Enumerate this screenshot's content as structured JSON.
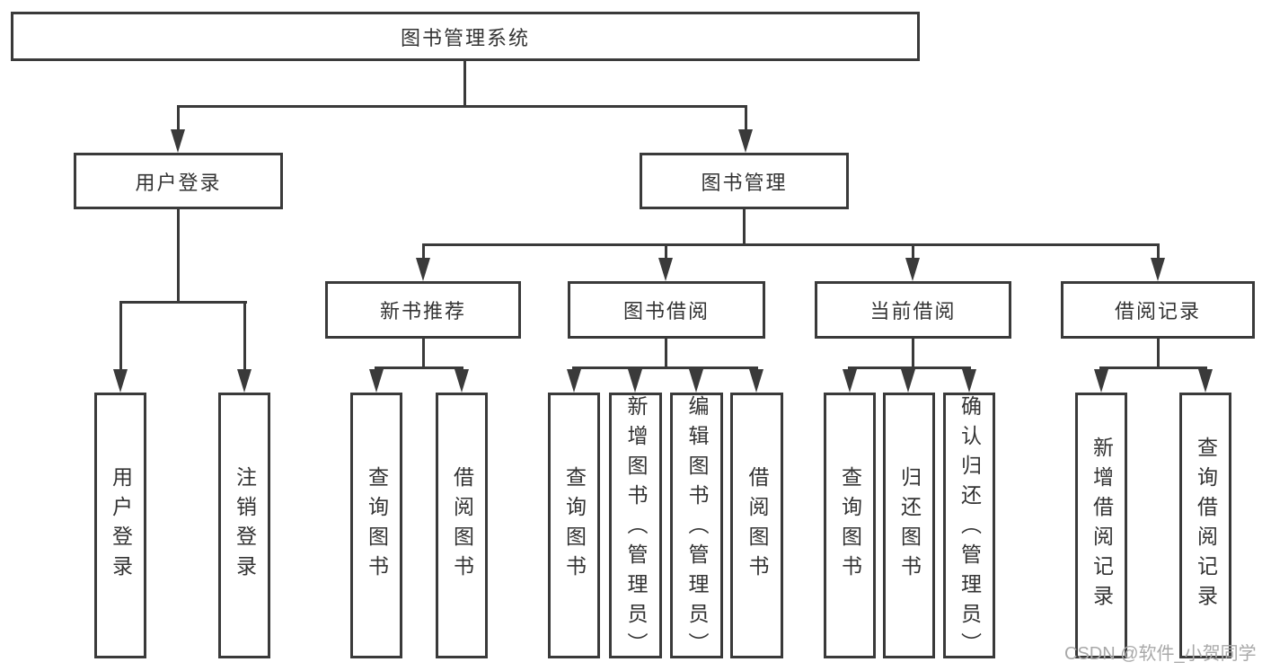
{
  "diagram": {
    "root": {
      "label": "图书管理系统"
    },
    "branches": [
      {
        "label": "用户登录",
        "children": [
          {
            "label": "用户登录"
          },
          {
            "label": "注销登录"
          }
        ]
      },
      {
        "label": "图书管理",
        "children": [
          {
            "label": "新书推荐",
            "children": [
              {
                "label": "查询图书"
              },
              {
                "label": "借阅图书"
              }
            ]
          },
          {
            "label": "图书借阅",
            "children": [
              {
                "label": "查询图书"
              },
              {
                "label": "新增图书（管理员）"
              },
              {
                "label": "编辑图书（管理员）"
              },
              {
                "label": "借阅图书"
              }
            ]
          },
          {
            "label": "当前借阅",
            "children": [
              {
                "label": "查询图书"
              },
              {
                "label": "归还图书"
              },
              {
                "label": "确认归还（管理员）"
              }
            ]
          },
          {
            "label": "借阅记录",
            "children": [
              {
                "label": "新增借阅记录"
              },
              {
                "label": "查询借阅记录"
              }
            ]
          }
        ]
      }
    ]
  },
  "watermark": {
    "text": "CSDN @软件_小贺同学"
  },
  "colors": {
    "line": "#3a3a3a",
    "text": "#333333",
    "watermark": "#a9a9a9",
    "background": "#ffffff"
  }
}
